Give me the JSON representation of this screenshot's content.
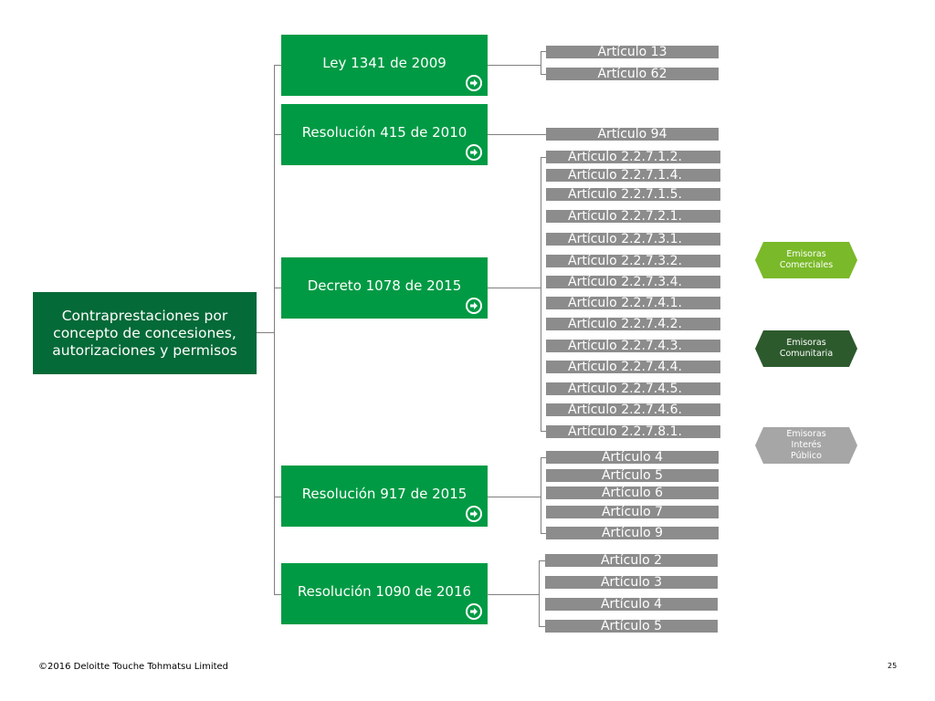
{
  "root": {
    "line1": "Contraprestaciones por",
    "line2": "concepto de concesiones,",
    "line3": "autorizaciones y permisos"
  },
  "norms": [
    {
      "label": "Ley 1341 de 2009"
    },
    {
      "label": "Resolución 415 de 2010"
    },
    {
      "label": "Decreto 1078 de 2015"
    },
    {
      "label": "Resolución 917 de 2015"
    },
    {
      "label": "Resolución 1090 de 2016"
    }
  ],
  "articles": {
    "ley1341": [
      "Artículo 13",
      "Artículo 62"
    ],
    "res415": [
      "Artículo 94"
    ],
    "dec1078": [
      "Artículo 2.2.7.1.2.",
      "Artículo 2.2.7.1.4.",
      "Artículo 2.2.7.1.5.",
      "Artículo 2.2.7.2.1.",
      "Artículo 2.2.7.3.1.",
      "Artículo 2.2.7.3.2.",
      "Artículo 2.2.7.3.4.",
      "Artículo 2.2.7.4.1.",
      "Artículo 2.2.7.4.2.",
      "Artículo 2.2.7.4.3.",
      "Artículo 2.2.7.4.4.",
      "Artículo 2.2.7.4.5.",
      "Artículo 2.2.7.4.6.",
      "Artículo 2.2.7.8.1."
    ],
    "res917": [
      "Artículo 4",
      "Artículo 5",
      "Artículo 6",
      "Artículo 7",
      "Artículo 9"
    ],
    "res1090": [
      "Artículo 2",
      "Artículo 3",
      "Artículo 4",
      "Artículo 5"
    ]
  },
  "legend": [
    {
      "line1": "Emisoras",
      "line2": "Comerciales",
      "line3": "",
      "color": "#7ab929"
    },
    {
      "line1": "Emisoras",
      "line2": "Comunitaria",
      "line3": "",
      "color": "#2d5a2d"
    },
    {
      "line1": "Emisoras",
      "line2": "Interés",
      "line3": "Público",
      "color": "#a6a6a6"
    }
  ],
  "colors": {
    "norm_box": "#009a44",
    "root_box": "#046a38",
    "article_bar": "#8c8c8c",
    "connector": "#7f7f7f"
  },
  "icons": {
    "norm_box": "arrow-circle-icon"
  },
  "footer": {
    "copyright": "©2016 Deloitte Touche Tohmatsu Limited",
    "page": "25"
  }
}
